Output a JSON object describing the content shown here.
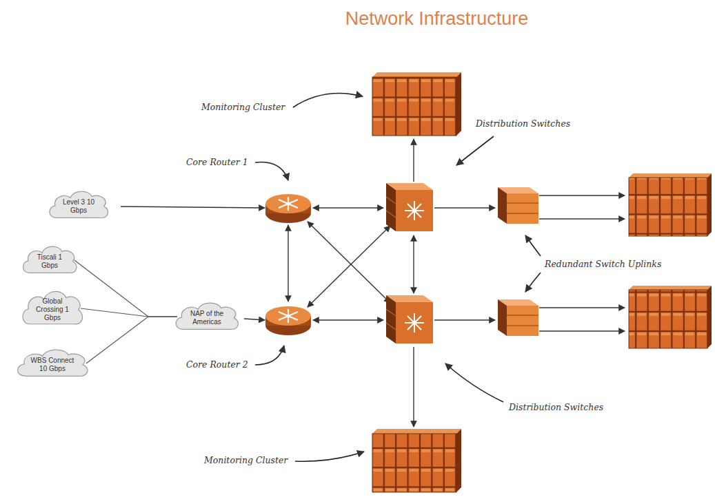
{
  "diagram": {
    "title": "Network Infrastructure",
    "nodes": [
      {
        "text": [
          "Level 3 10 Gbps"
        ]
      },
      {
        "text": [
          "Tiscali 1 Gbps"
        ]
      },
      {
        "text": [
          "Global Crossing 1 Gbps"
        ]
      },
      {
        "text": [
          "WBS Connect 10 Gbps"
        ]
      },
      {
        "text": [
          "NAP of the Americas"
        ]
      }
    ],
    "edges": [
      {
        "from": 1,
        "to": 4,
        "arrow": "none"
      },
      {
        "from": 2,
        "to": 4,
        "arrow": "none"
      },
      {
        "from": 3,
        "to": 4,
        "arrow": "none"
      }
    ],
    "labels": [
      "Monitoring Cluster",
      "Core Router 1",
      "Distribution Switches",
      "Redundant Switch Uplinks",
      "Core Router 2",
      "Distribution Switches",
      "Monitoring Cluster"
    ]
  }
}
